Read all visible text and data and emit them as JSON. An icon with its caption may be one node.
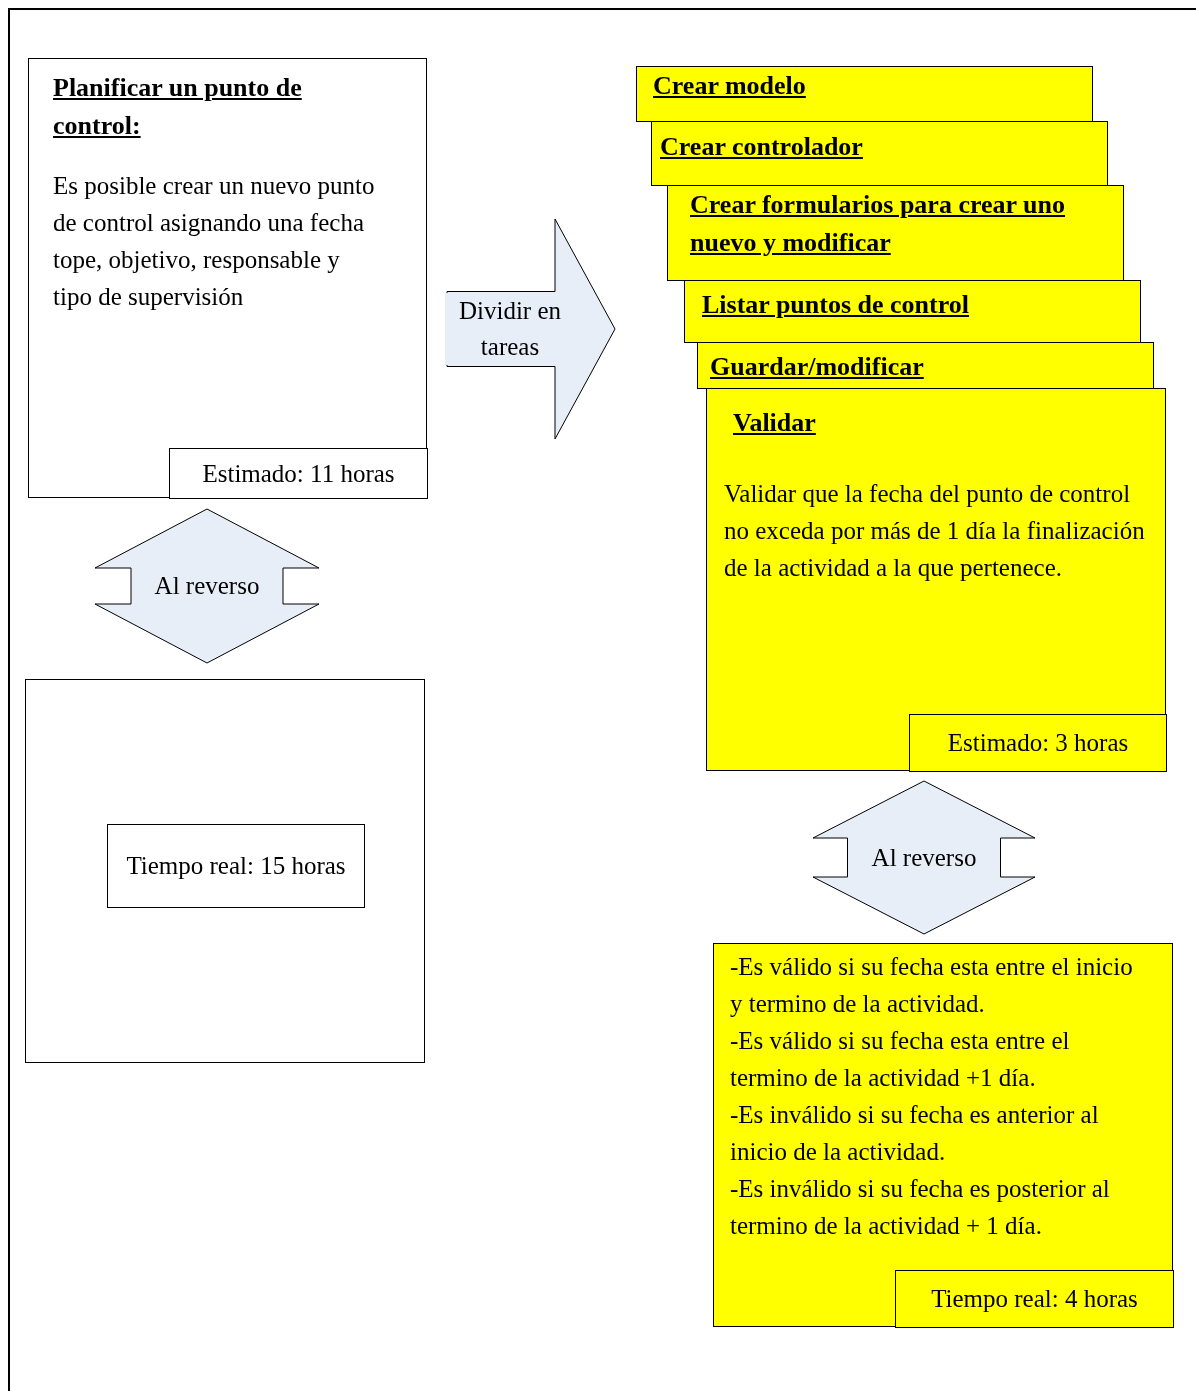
{
  "diagram": {
    "nodes": [
      {
        "text": [
          "Planificar un punto de control:",
          "Es posible crear un nuevo punto de control asignando una fecha tope, objetivo, responsable y tipo de supervisión"
        ]
      },
      {
        "text": [
          "Estimado: 11 horas"
        ],
        "in": 0
      },
      {
        "text": [],
        "shape": "box"
      },
      {
        "text": [
          "Tiempo real: 15 horas"
        ],
        "in": 2
      },
      {
        "text": [
          "Crear modelo"
        ]
      },
      {
        "text": [
          "Crear controlador"
        ]
      },
      {
        "text": [
          "Crear formularios para crear uno nuevo y modificar"
        ]
      },
      {
        "text": [
          "Listar puntos de control"
        ]
      },
      {
        "text": [
          "Guardar/modificar"
        ]
      },
      {
        "text": [
          "Validar",
          "Validar que la fecha del punto de control no exceda por más de 1 día la finalización de la actividad a la que pertenece."
        ]
      },
      {
        "text": [
          "Estimado: 3 horas"
        ],
        "in": 9
      },
      {
        "text": [
          "-Es válido si su fecha esta entre el inicio y termino de la actividad.",
          "-Es válido si su fecha esta entre el termino de la actividad +1 día.",
          "-Es inválido si su fecha es anterior al inicio de la actividad.",
          "-Es inválido si su fecha es posterior al termino de la actividad + 1 día."
        ]
      },
      {
        "text": [
          "Tiempo real: 4 horas"
        ],
        "in": 11
      }
    ],
    "edges": [
      {
        "from": 0,
        "to": 4,
        "arrow": "to",
        "label": "Dividir en tareas"
      },
      {
        "from": 0,
        "to": 2,
        "arrow": "both",
        "label": "Al reverso"
      },
      {
        "from": 9,
        "to": 11,
        "arrow": "both",
        "label": "Al reverso"
      }
    ]
  }
}
